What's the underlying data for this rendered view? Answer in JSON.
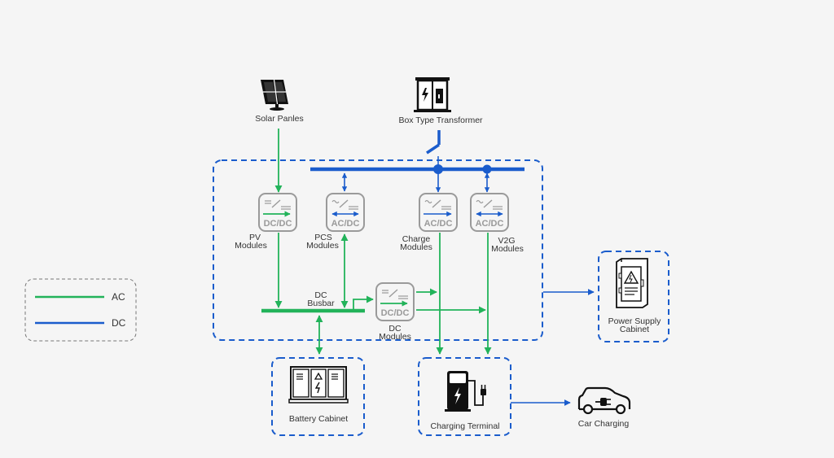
{
  "colors": {
    "ac": "#22b35a",
    "dc": "#1a5ccc",
    "module_border": "#9a9a9a",
    "icon": "#111111",
    "legend_border": "#777777",
    "background": "#f5f5f5"
  },
  "legend": {
    "items": [
      {
        "label": "AC",
        "color_key": "ac"
      },
      {
        "label": "DC",
        "color_key": "dc"
      }
    ]
  },
  "sources": {
    "solar": {
      "label": "Solar Panles",
      "icon": "solar-panel-icon"
    },
    "transformer": {
      "label": "Box Type Transformer",
      "icon": "transformer-icon"
    }
  },
  "modules": {
    "pv": {
      "type": "DC/DC",
      "label_line1": "PV",
      "label_line2": "Modules"
    },
    "pcs": {
      "type": "AC/DC",
      "label_line1": "PCS",
      "label_line2": "Modules"
    },
    "charge": {
      "type": "AC/DC",
      "label_line1": "Charge",
      "label_line2": "Modules"
    },
    "v2g": {
      "type": "AC/DC",
      "label_line1": "V2G",
      "label_line2": "Modules"
    },
    "dc": {
      "type": "DC/DC",
      "label_line1": "DC",
      "label_line2": "Modules"
    }
  },
  "busbar": {
    "label_line1": "DC",
    "label_line2": "Busbar"
  },
  "outputs": {
    "battery": {
      "label": "Battery Cabinet",
      "icon": "battery-cabinet-icon"
    },
    "terminal": {
      "label": "Charging Terminal",
      "icon": "charging-station-icon"
    },
    "power_supply": {
      "label_line1": "Power Supply",
      "label_line2": "Cabinet",
      "icon": "electrical-cabinet-icon"
    },
    "car": {
      "label": "Car Charging",
      "icon": "electric-car-icon"
    }
  }
}
